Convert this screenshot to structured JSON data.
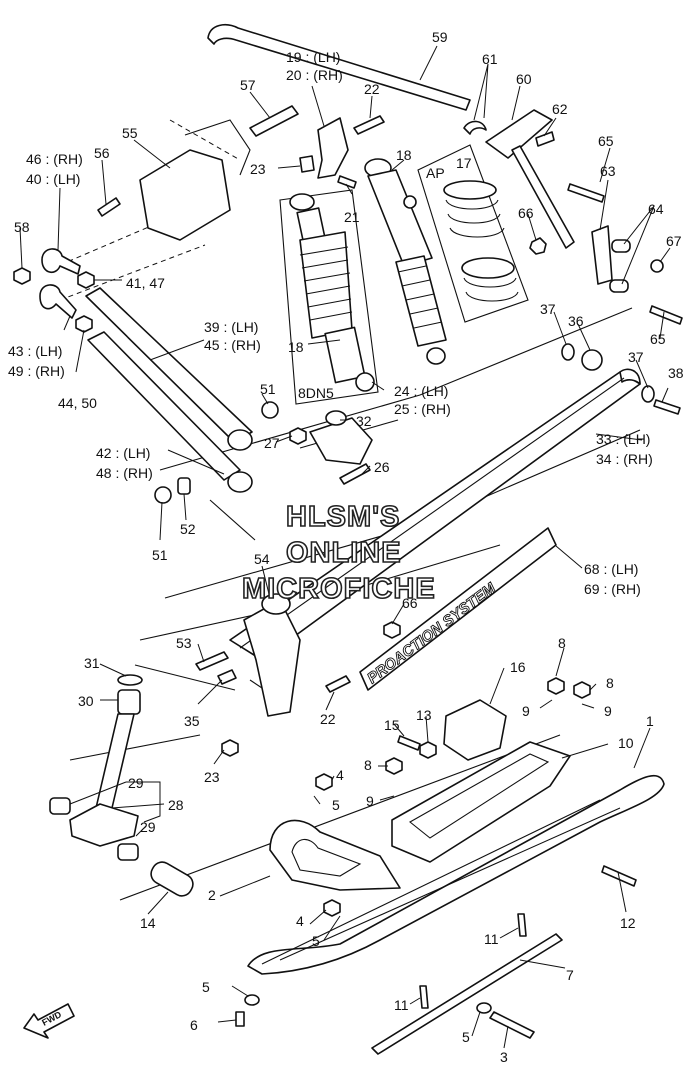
{
  "watermark": [
    "HLSM'S",
    "ONLINE",
    "MICROFICHE"
  ],
  "decal_text": "PROACTION SYSTEM",
  "fwd_label": "FWD",
  "boxes": {
    "shock_variant": "8DN5",
    "spring_variant": "AP"
  },
  "labels": {
    "l59": "59",
    "l19": "19 : (LH)",
    "l20": "20 : (RH)",
    "l61": "61",
    "l60": "60",
    "l62": "62",
    "l57": "57",
    "l22a": "22",
    "l55": "55",
    "l46": "46 : (RH)",
    "l40": "40 : (LH)",
    "l56": "56",
    "l23a": "23",
    "l18a": "18",
    "l17": "17",
    "l65a": "65",
    "l63": "63",
    "l21": "21",
    "l66a": "66",
    "l64": "64",
    "l67": "67",
    "l58": "58",
    "l41": "41, 47",
    "l65b": "65",
    "l37a": "37",
    "l36": "36",
    "l39": "39 : (LH)",
    "l45": "45 : (RH)",
    "l43": "43 : (LH)",
    "l49": "49 : (RH)",
    "l18b": "18",
    "l44": "44, 50",
    "l37b": "37",
    "l38": "38",
    "l24": "24 : (LH)",
    "l25": "25 : (RH)",
    "l51a": "51",
    "l32": "32",
    "l27": "27",
    "l33": "33 : (LH)",
    "l34": "34 : (RH)",
    "l42": "42 : (LH)",
    "l48": "48 : (RH)",
    "l26": "26",
    "l52": "52",
    "l51b": "51",
    "l54": "54",
    "l68": "68 : (LH)",
    "l69": "69 : (RH)",
    "l66b": "66",
    "l53": "53",
    "l8a": "8",
    "l31": "31",
    "l16": "16",
    "l8b": "8",
    "l30": "30",
    "l9a": "9",
    "l9b": "9",
    "l35": "35",
    "l22b": "22",
    "l15": "15",
    "l13": "13",
    "l1": "1",
    "l10": "10",
    "l23b": "23",
    "l4a": "4",
    "l8c": "8",
    "l29a": "29",
    "l5a": "5",
    "l28": "28",
    "l9c": "9",
    "l29b": "29",
    "l2": "2",
    "l14": "14",
    "l12": "12",
    "l4b": "4",
    "l5b": "5",
    "l11a": "11",
    "l7": "7",
    "l5c": "5",
    "l11b": "11",
    "l6": "6",
    "l5d": "5",
    "l3": "3"
  }
}
